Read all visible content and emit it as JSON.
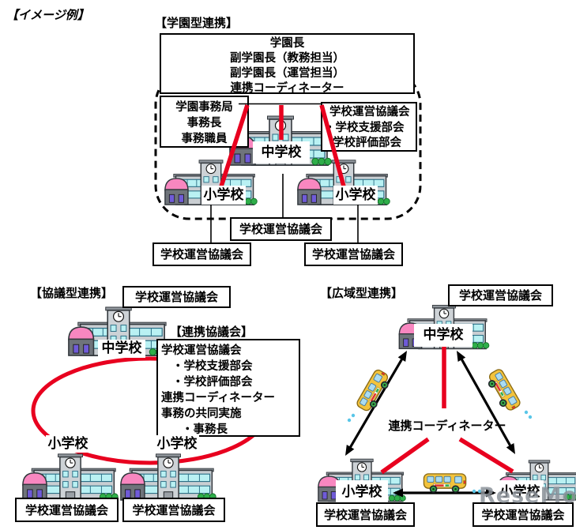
{
  "header": {
    "example_label": "【イメージ例】"
  },
  "watermark": "ReseMom",
  "colors": {
    "accent_red": "#e8001f",
    "line_black": "#000000"
  },
  "gakuen": {
    "title": "【学園型連携】",
    "leadership_lines": [
      "学園長",
      "副学園長（教務担当）",
      "副学園長（運営担当）",
      "連携コーディネーター"
    ],
    "office_lines": [
      "学園事務局",
      "事務長",
      "事務職員"
    ],
    "council_lines": [
      "学校運営協議会",
      "・学校支援部会",
      "学校評価部会"
    ],
    "junior_high": "中学校",
    "elementary_left": "小学校",
    "elementary_right": "小学校",
    "council_center": "学校運営協議会",
    "council_left": "学校運営協議会",
    "council_right": "学校運営協議会"
  },
  "kyougi": {
    "title": "【協議型連携】",
    "council_top": "学校運営協議会",
    "junior_high": "中学校",
    "renkei_title": "【連携協議会】",
    "renkei_lines": [
      "学校運営協議会",
      "・学校支援部会",
      "・学校評価部会",
      "連携コーディネーター",
      "事務の共同実施",
      "・事務長"
    ],
    "elementary_left": "小学校",
    "elementary_right": "小学校",
    "council_left": "学校運営協議会",
    "council_right": "学校運営協議会"
  },
  "kouiki": {
    "title": "【広域型連携】",
    "council_top": "学校運営協議会",
    "junior_high": "中学校",
    "coordinator": "連携コーディネーター",
    "elementary_left": "小学校",
    "elementary_right": "小学校",
    "council_left": "学校運営協議会",
    "council_right": "学校運営協議会"
  }
}
